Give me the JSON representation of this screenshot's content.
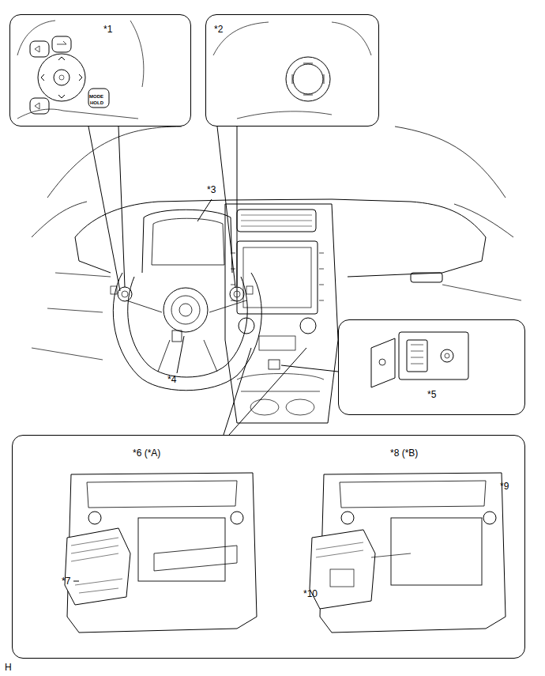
{
  "diagram": {
    "nodes": [
      {
        "text": [
          "*1"
        ]
      },
      {
        "text": [
          "*2"
        ]
      },
      {
        "text": [
          "*5"
        ]
      },
      {
        "text": [
          "*6 (*A)",
          "*8 (*B)",
          "*9",
          "*7",
          "*10"
        ]
      }
    ],
    "labels": [
      "*3",
      "*4",
      "MODE",
      "HOLD",
      "H"
    ]
  }
}
